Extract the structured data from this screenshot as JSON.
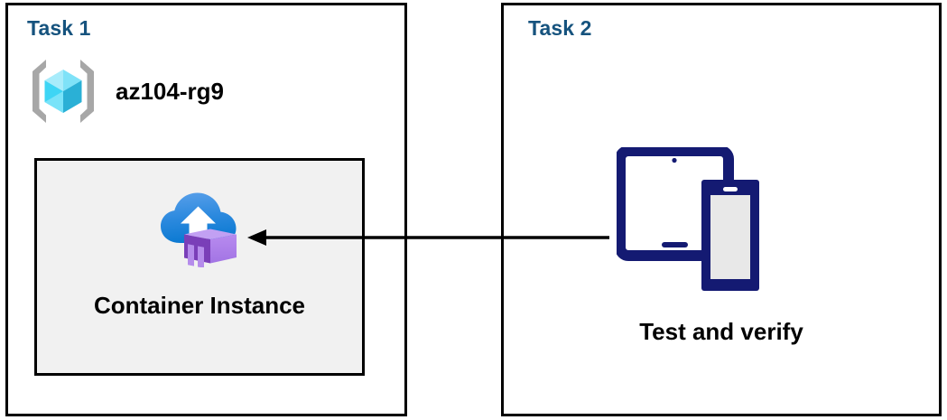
{
  "diagram": {
    "title": "Azure Container Instance task diagram",
    "background": "#ffffff",
    "panels": [
      {
        "id": "task1",
        "label": "Task 1",
        "label_color": "#16537e",
        "border_color": "#000000"
      },
      {
        "id": "task2",
        "label": "Task 2",
        "label_color": "#16537e",
        "border_color": "#000000"
      }
    ],
    "resource_group": {
      "icon": "resource-group-icon",
      "name": "az104-rg9",
      "bracket_color": "#a0a0a0",
      "cube_light": "#9fe9fb",
      "cube_mid": "#32d3f5",
      "cube_dark": "#2aaed4"
    },
    "container_card": {
      "icon": "container-instance-icon",
      "caption": "Container Instance",
      "fill": "#f1f1f1",
      "border_color": "#000000",
      "cloud_top": "#5196e8",
      "cloud_bottom": "#0f7fd4",
      "box_light": "#b07ae8",
      "box_mid": "#9a63dd",
      "box_dark": "#6b2fa8"
    },
    "devices": {
      "icon": "tablet-and-phone-icon",
      "caption": "Test and verify",
      "outline_color": "#141a72",
      "screen_color": "#e8e8e8"
    },
    "connector": {
      "name": "arrow-task2-to-container-instance",
      "direction": "right-to-left",
      "color": "#000000",
      "from": "Test and verify",
      "to": "Container Instance"
    }
  }
}
